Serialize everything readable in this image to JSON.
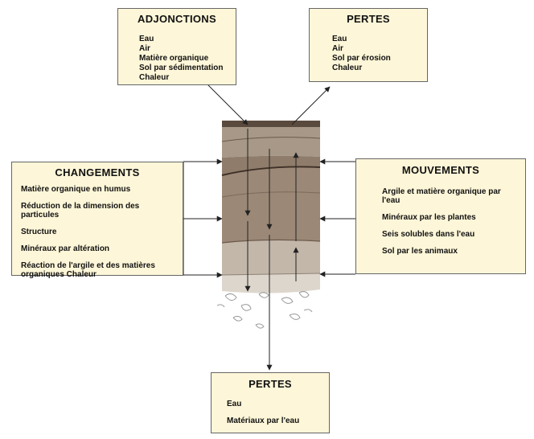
{
  "boxes": {
    "adjonctions": {
      "title": "ADJONCTIONS",
      "items": [
        "Eau",
        "Air",
        "Matière organique",
        "Sol par sédimentation",
        "Chaleur"
      ]
    },
    "pertes_top": {
      "title": "PERTES",
      "items": [
        "Eau",
        "Air",
        "Sol par érosion",
        "Chaleur"
      ]
    },
    "changements": {
      "title": "CHANGEMENTS",
      "items": [
        "Matière organique en humus",
        "Réduction de la dimension des particules",
        "Structure",
        "Minéraux par altération",
        "Réaction de l'argile et des matières organiques Chaleur"
      ]
    },
    "mouvements": {
      "title": "MOUVEMENTS",
      "items": [
        "Argile et matière organique par l'eau",
        "Minéraux par les plantes",
        "Seis solubles dans l'eau",
        "Sol par les animaux"
      ]
    },
    "pertes_bottom": {
      "title": "PERTES",
      "items": [
        "Eau",
        "Matériaux par l'eau"
      ]
    }
  },
  "colors": {
    "box_fill": "#fdf6d8",
    "soil_top": "#a79887",
    "soil_mid": "#968271",
    "soil_low": "#c3b7aa",
    "soil_bottom": "#ddd6cd"
  }
}
